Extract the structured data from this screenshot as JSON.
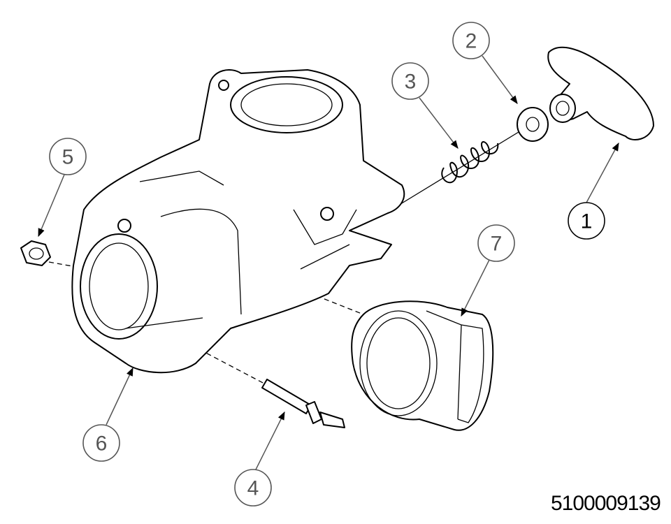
{
  "callouts": {
    "c1": "1",
    "c2": "2",
    "c3": "3",
    "c4": "4",
    "c5": "5",
    "c6": "6",
    "c7": "7"
  },
  "drawing_number": "5100009139"
}
